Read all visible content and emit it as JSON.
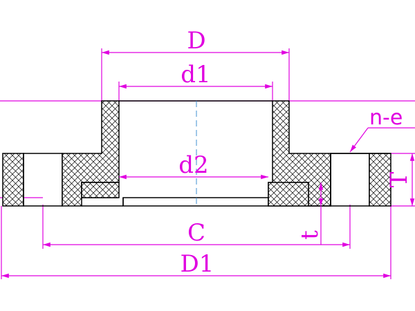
{
  "labels": {
    "D": "D",
    "d1": "d1",
    "d2": "d2",
    "C": "C",
    "D1": "D1",
    "n_e": "n-e",
    "T": "T",
    "t": "t"
  },
  "colors": {
    "dimension": "#e000e0",
    "outline": "#000000",
    "centerline": "#3f8fd0",
    "background": "#ffffff"
  }
}
